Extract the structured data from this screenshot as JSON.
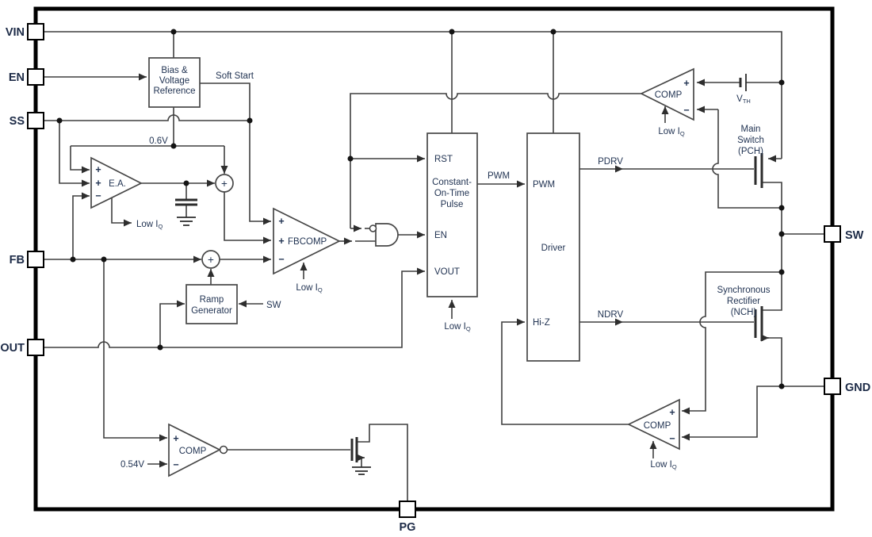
{
  "diagram": {
    "pins": {
      "vin": "VIN",
      "en": "EN",
      "ss": "SS",
      "fb": "FB",
      "out": "OUT",
      "sw": "SW",
      "gnd": "GND",
      "pg": "PG"
    },
    "blocks": {
      "bias": {
        "line1": "Bias &",
        "line2": "Voltage",
        "line3": "Reference"
      },
      "cot": {
        "rst": "RST",
        "line1": "Constant-",
        "line2": "On-Time",
        "line3": "Pulse",
        "en": "EN",
        "vout": "VOUT"
      },
      "driver": {
        "pwm": "PWM",
        "name": "Driver",
        "hiz": "Hi-Z"
      },
      "ramp": {
        "line1": "Ramp",
        "line2": "Generator"
      }
    },
    "amps": {
      "ea": "E.A.",
      "fbcomp": "FBCOMP",
      "comp": "COMP"
    },
    "fets": {
      "main": {
        "line1": "Main",
        "line2": "Switch",
        "line3": "(PCH)"
      },
      "sync": {
        "line1": "Synchronous",
        "line2": "Rectifier",
        "line3": "(NCH)"
      }
    },
    "nets": {
      "soft_start": "Soft Start",
      "vref": "0.6V",
      "pg_ref": "0.54V",
      "pwm": "PWM",
      "pdrv": "PDRV",
      "ndrv": "NDRV",
      "sw": "SW",
      "vth_main": "V",
      "vth_sub": "TH"
    },
    "misc": {
      "low_iq_main": "Low I",
      "low_iq_sub": "Q",
      "plus": "+",
      "minus": "−"
    },
    "colors": {
      "wire": "#3f3f3f",
      "text": "#223453",
      "border": "#000000"
    }
  }
}
